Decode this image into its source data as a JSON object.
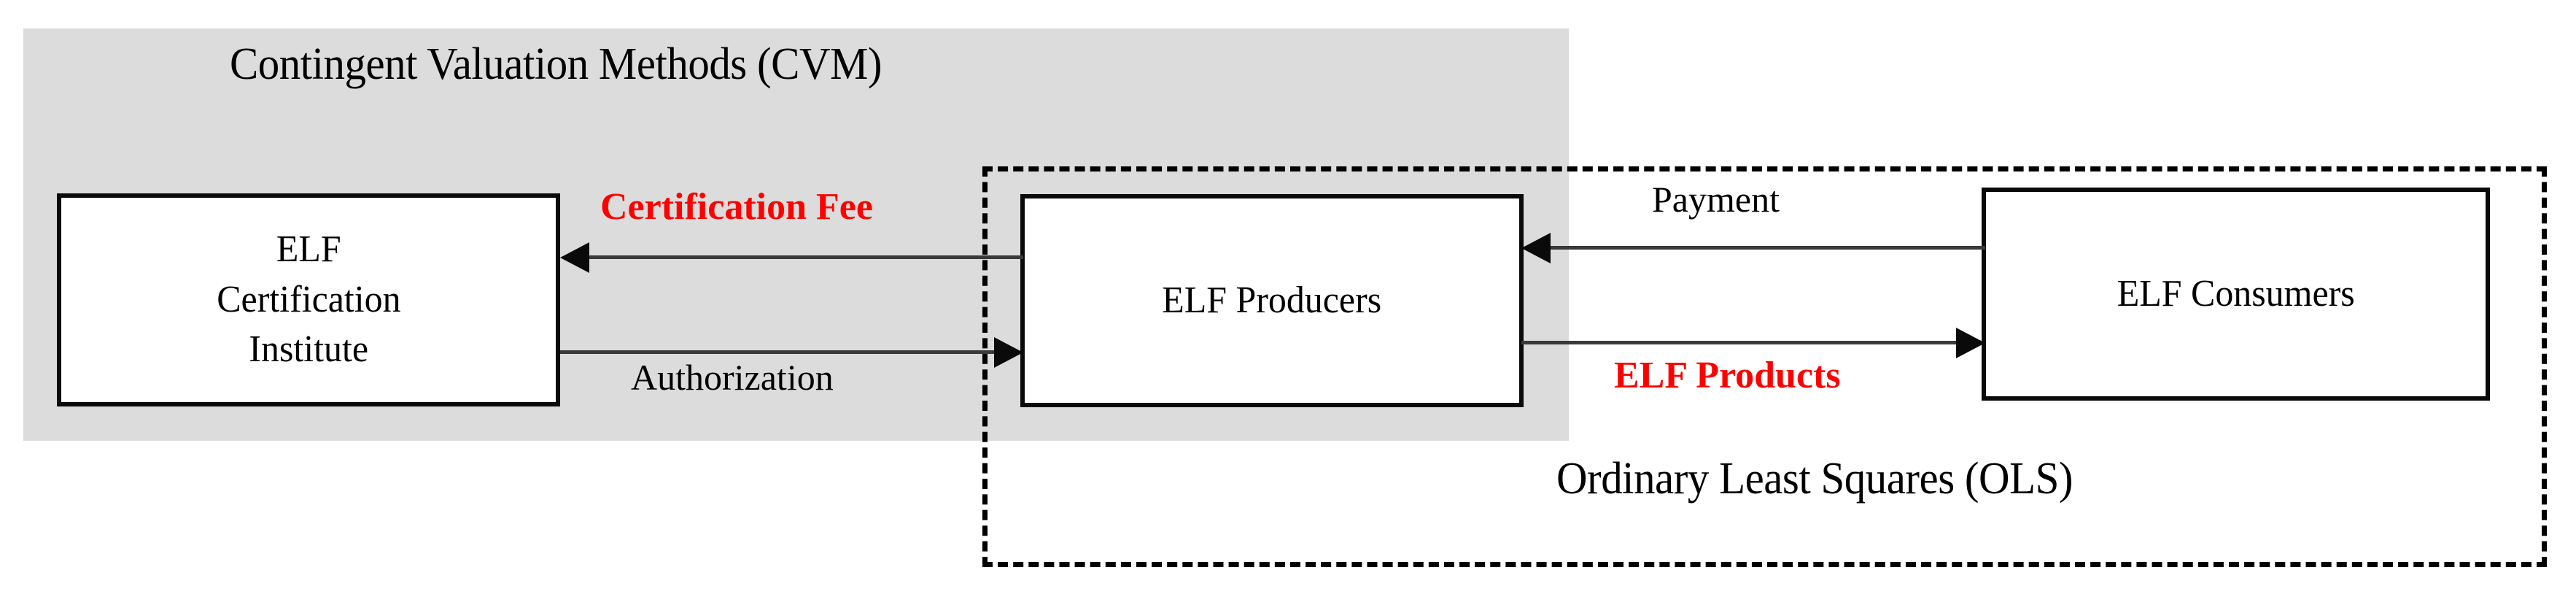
{
  "diagram": {
    "title_cvm": "Contingent Valuation Methods (CVM)",
    "title_ols": "Ordinary Least Squares (OLS)",
    "colors": {
      "region_fill": "#dcdcdc",
      "accent_red": "#FF0000",
      "stroke": "#000000",
      "connector": "#3a3a3a"
    },
    "nodes": [
      {
        "id": "institute",
        "lines": [
          "ELF",
          "Certification",
          "Institute"
        ]
      },
      {
        "id": "producers",
        "lines": [
          "ELF Producers"
        ]
      },
      {
        "id": "consumers",
        "lines": [
          "ELF Consumers"
        ]
      }
    ],
    "edges": [
      {
        "id": "certification-fee",
        "label": "Certification Fee",
        "from": "producers",
        "to": "institute",
        "direction": "left",
        "emphasis": "red-bold"
      },
      {
        "id": "authorization",
        "label": "Authorization",
        "from": "institute",
        "to": "producers",
        "direction": "right",
        "emphasis": "plain"
      },
      {
        "id": "payment",
        "label": "Payment",
        "from": "consumers",
        "to": "producers",
        "direction": "left",
        "emphasis": "plain"
      },
      {
        "id": "elf-products",
        "label": "ELF Products",
        "from": "producers",
        "to": "consumers",
        "direction": "right",
        "emphasis": "red-bold"
      }
    ]
  }
}
